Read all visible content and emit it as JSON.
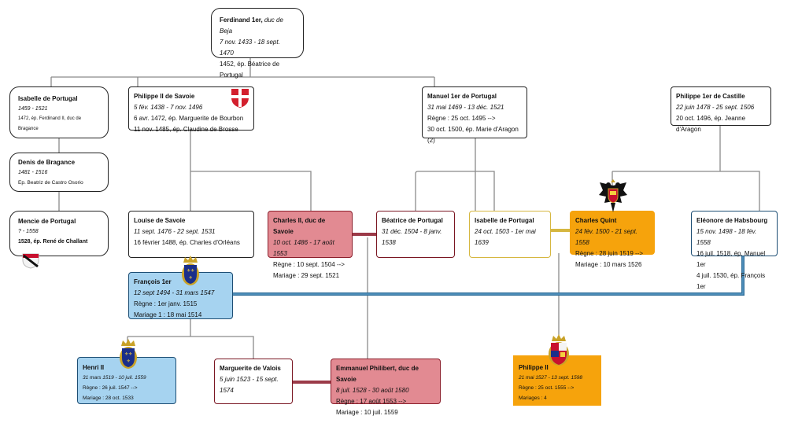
{
  "title": "Arbre généalogique — Maisons de Savoie, Portugal, Habsbourg, Valois",
  "colors": {
    "line_gray": "#888888",
    "savoie_red": "#e28a92",
    "savoie_border": "#8b1e2b",
    "habsbourg_orange": "#f6a30c",
    "france_blue": "#a6d3f0",
    "blue_border": "#1d4e74",
    "marriage_blue_line": "#2f6e99",
    "marriage_red_line": "#9b3a48",
    "marriage_gold_line": "#d6b740"
  },
  "persons": {
    "ferdinand": {
      "name": "Ferdinand 1er, ",
      "title": "duc de Beja",
      "dates": "7 nov. 1433 - 18 sept. 1470",
      "lines": [
        "1452, ép. Béatrice de Portugal"
      ]
    },
    "isabelle_1459": {
      "name": "Isabelle de Portugal",
      "dates": "1459 - 1521",
      "lines": [
        "1472, ép. Ferdinand II, duc de Bragance"
      ]
    },
    "denis": {
      "name": "Denis de Bragance",
      "dates": "1481 - 1516",
      "lines": [
        "Ep. Beatriz de Castro Osorio"
      ]
    },
    "mencie": {
      "name": "Mencie de Portugal",
      "dates": "? - 1558",
      "lines": [
        "1528, ép. René de Challant"
      ]
    },
    "philippe_savoie": {
      "name": "Philippe II de Savoie",
      "dates": "5 fév. 1438 - 7 nov. 1496",
      "lines": [
        "6 avr. 1472, ép. Marguerite de Bourbon",
        "11 nov. 1485, ép. Claudine de Brosse"
      ]
    },
    "manuel": {
      "name": "Manuel 1er de Portugal",
      "dates": "31 mai 1469 - 13 déc. 1521",
      "lines": [
        "Règne : 25 oct. 1495 -->",
        "30 oct. 1500, ép. Marie d'Aragon (2)"
      ]
    },
    "philippe_castille": {
      "name": "Philippe 1er de Castille",
      "dates": "22 juin 1478  - 25 sept. 1506",
      "lines": [
        "20 oct. 1496, ép. Jeanne d'Aragon"
      ]
    },
    "louise": {
      "name": "Louise de Savoie",
      "dates": "11 sept. 1476 - 22 sept. 1531",
      "lines": [
        "16 février 1488, ép. Charles d'Orléans"
      ]
    },
    "charles2": {
      "name": "Charles II, duc de Savoie",
      "dates": "10 oct. 1486 -  17 août 1553",
      "lines": [
        "Règne : 10 sept. 1504 -->",
        "Mariage : 29 sept. 1521"
      ]
    },
    "beatrice": {
      "name": "Béatrice de Portugal",
      "dates": "31 déc. 1504 - 8 janv. 1538",
      "lines": []
    },
    "isabelle_1503": {
      "name": "Isabelle de Portugal",
      "dates": "24 oct. 1503 - 1er mai 1639",
      "lines": []
    },
    "charles_quint": {
      "name": "Charles Quint",
      "dates": "24 fév. 1500 - 21 sept. 1558",
      "lines": [
        "Règne :  28 juin 1519 -->",
        "Mariage : 10 mars 1526"
      ]
    },
    "eleonore": {
      "name": "Eléonore de Habsbourg",
      "dates": "15 nov. 1498 - 18 fév. 1558",
      "lines": [
        "16 juil. 1518, ép. Manuel 1er",
        "4 juil. 1530, ép. François 1er"
      ]
    },
    "francois": {
      "name": "François 1er",
      "dates": "12 sept 1494 -  31 mars 1547",
      "lines": [
        "Règne :  1er janv. 1515",
        "Mariage 1 : 18 mai 1514"
      ]
    },
    "henri2": {
      "name": "Henri II",
      "dates": "31 mars 1519 -  10 juil. 1559",
      "lines": [
        "Règne : 26 juil. 1547 -->",
        "Mariage : 28 oct. 1533"
      ]
    },
    "marguerite": {
      "name": "Marguerite de Valois",
      "dates": "5 juin 1523 - 15 sept. 1574",
      "lines": []
    },
    "emmanuel": {
      "name": "Emmanuel Philibert, duc de Savoie",
      "dates": "8 juil. 1528 - 30 août 1580",
      "lines": [
        "Règne : 17 août 1553 -->",
        "Mariage : 10 juil. 1559"
      ]
    },
    "philippe2": {
      "name": "Philippe II",
      "dates": "21 mai 1527 - 13 sept. 1598",
      "lines": [
        "Règne : 25 oct. 1555 -->",
        "Mariages : 4"
      ]
    }
  },
  "icons": {
    "savoie": "savoie-coat-of-arms-icon",
    "france": "france-coat-of-arms-icon",
    "empire": "imperial-eagle-coat-of-arms-icon",
    "spain": "spain-coat-of-arms-icon",
    "challant": "challant-coat-of-arms-icon"
  }
}
